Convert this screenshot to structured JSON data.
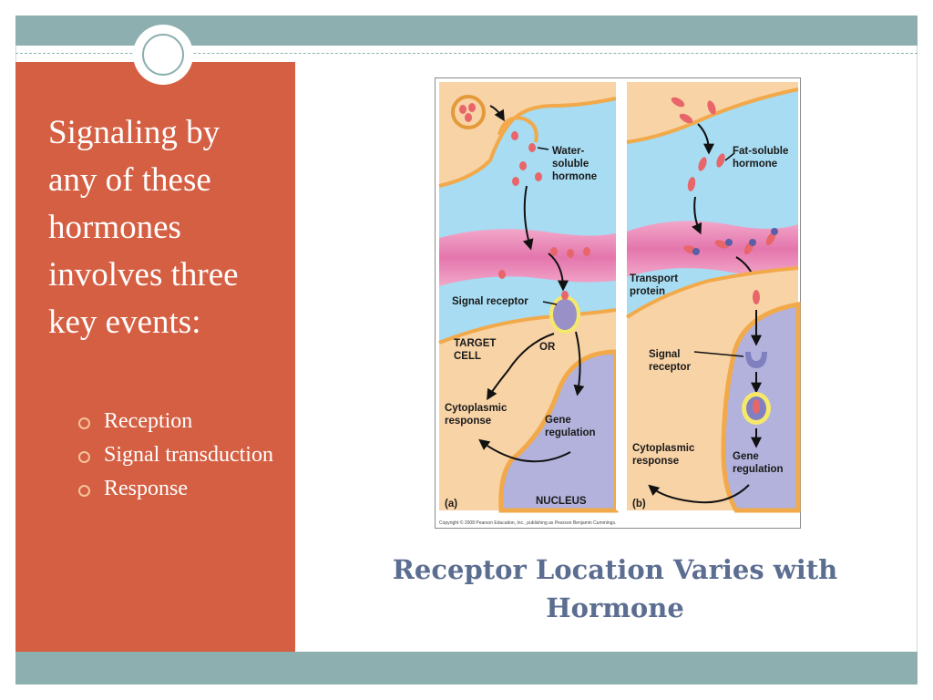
{
  "slide": {
    "body_text": "Signaling by any of these hormones involves three key events:",
    "bullets": [
      "Reception",
      "Signal transduction",
      "Response"
    ],
    "caption": "Receptor Location Varies with Hormone"
  },
  "figure": {
    "panel_a": {
      "hormone_label": [
        "Water-",
        "soluble",
        "hormone"
      ],
      "signal_receptor": "Signal receptor",
      "target_cell": [
        "TARGET",
        "CELL"
      ],
      "or_label": "OR",
      "cytoplasmic_response": [
        "Cytoplasmic",
        "response"
      ],
      "gene_regulation": [
        "Gene",
        "regulation"
      ],
      "nucleus": "NUCLEUS",
      "panel_letter": "(a)"
    },
    "panel_b": {
      "hormone_label": [
        "Fat-soluble",
        "hormone"
      ],
      "transport_protein": [
        "Transport",
        "protein"
      ],
      "signal_receptor": [
        "Signal",
        "receptor"
      ],
      "cytoplasmic_response": [
        "Cytoplasmic",
        "response"
      ],
      "gene_regulation": [
        "Gene",
        "regulation"
      ],
      "panel_letter": "(b)"
    },
    "copyright": "Copyright © 2008 Pearson Education, Inc., publishing as Pearson Benjamin Cummings."
  },
  "colors": {
    "band": "#8eafaf",
    "left_panel": "#d55f43",
    "caption": "#5b6d91",
    "bullet_marker": "#f4c39a"
  }
}
